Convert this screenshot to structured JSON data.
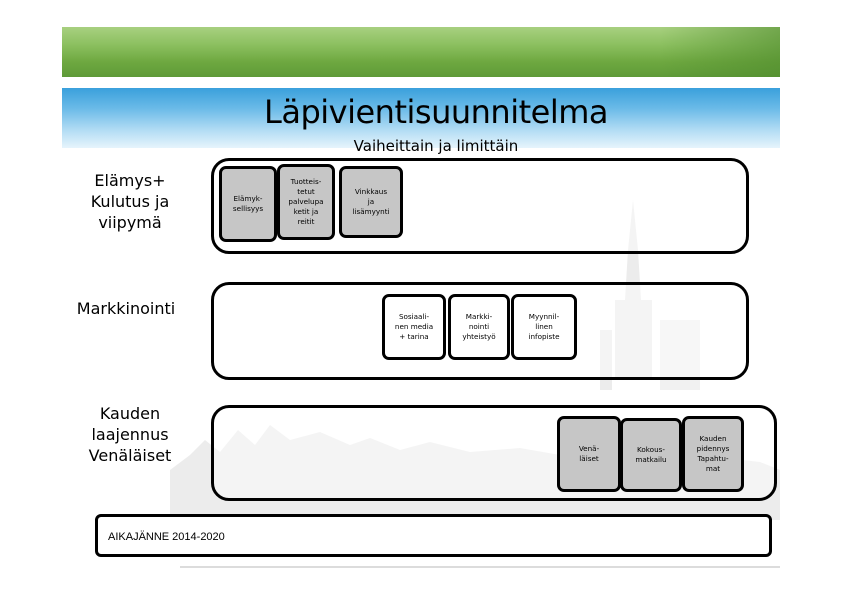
{
  "slide": {
    "title": "Läpivientisuunnitelma",
    "subtitle": "Vaiheittain ja limittäin"
  },
  "rows": [
    {
      "label": "Elämys+\nKulutus ja\nviipymä",
      "steps": [
        {
          "text": "Elämyk-\nsellisyys"
        },
        {
          "text": "Tuotteis-\ntetut\npalvelupa\nketit ja\nreitit"
        },
        {
          "text": "Vinkkaus\nja\nlisämyynti"
        }
      ]
    },
    {
      "label": "Markkinointi",
      "steps": [
        {
          "text": "Sosiaali-\nnen media\n+ tarina"
        },
        {
          "text": "Markki-\nnointi\nyhteistyö"
        },
        {
          "text": "Myynnil-\nlinen\ninfopiste"
        }
      ]
    },
    {
      "label": "Kauden\nlaajennus\nVenäläiset",
      "steps": [
        {
          "text": "Venä-\nläiset"
        },
        {
          "text": "Kokous-\nmatkailu"
        },
        {
          "text": "Kauden\npidennys\nTapahtu-\nmat"
        }
      ]
    }
  ],
  "timeline": {
    "label": "AIKAJÄNNE 2014-2020"
  },
  "colors": {
    "green_band": "#6ea840",
    "blue_band": "#3aa0dc",
    "step_fill": "#c6c6c6"
  }
}
